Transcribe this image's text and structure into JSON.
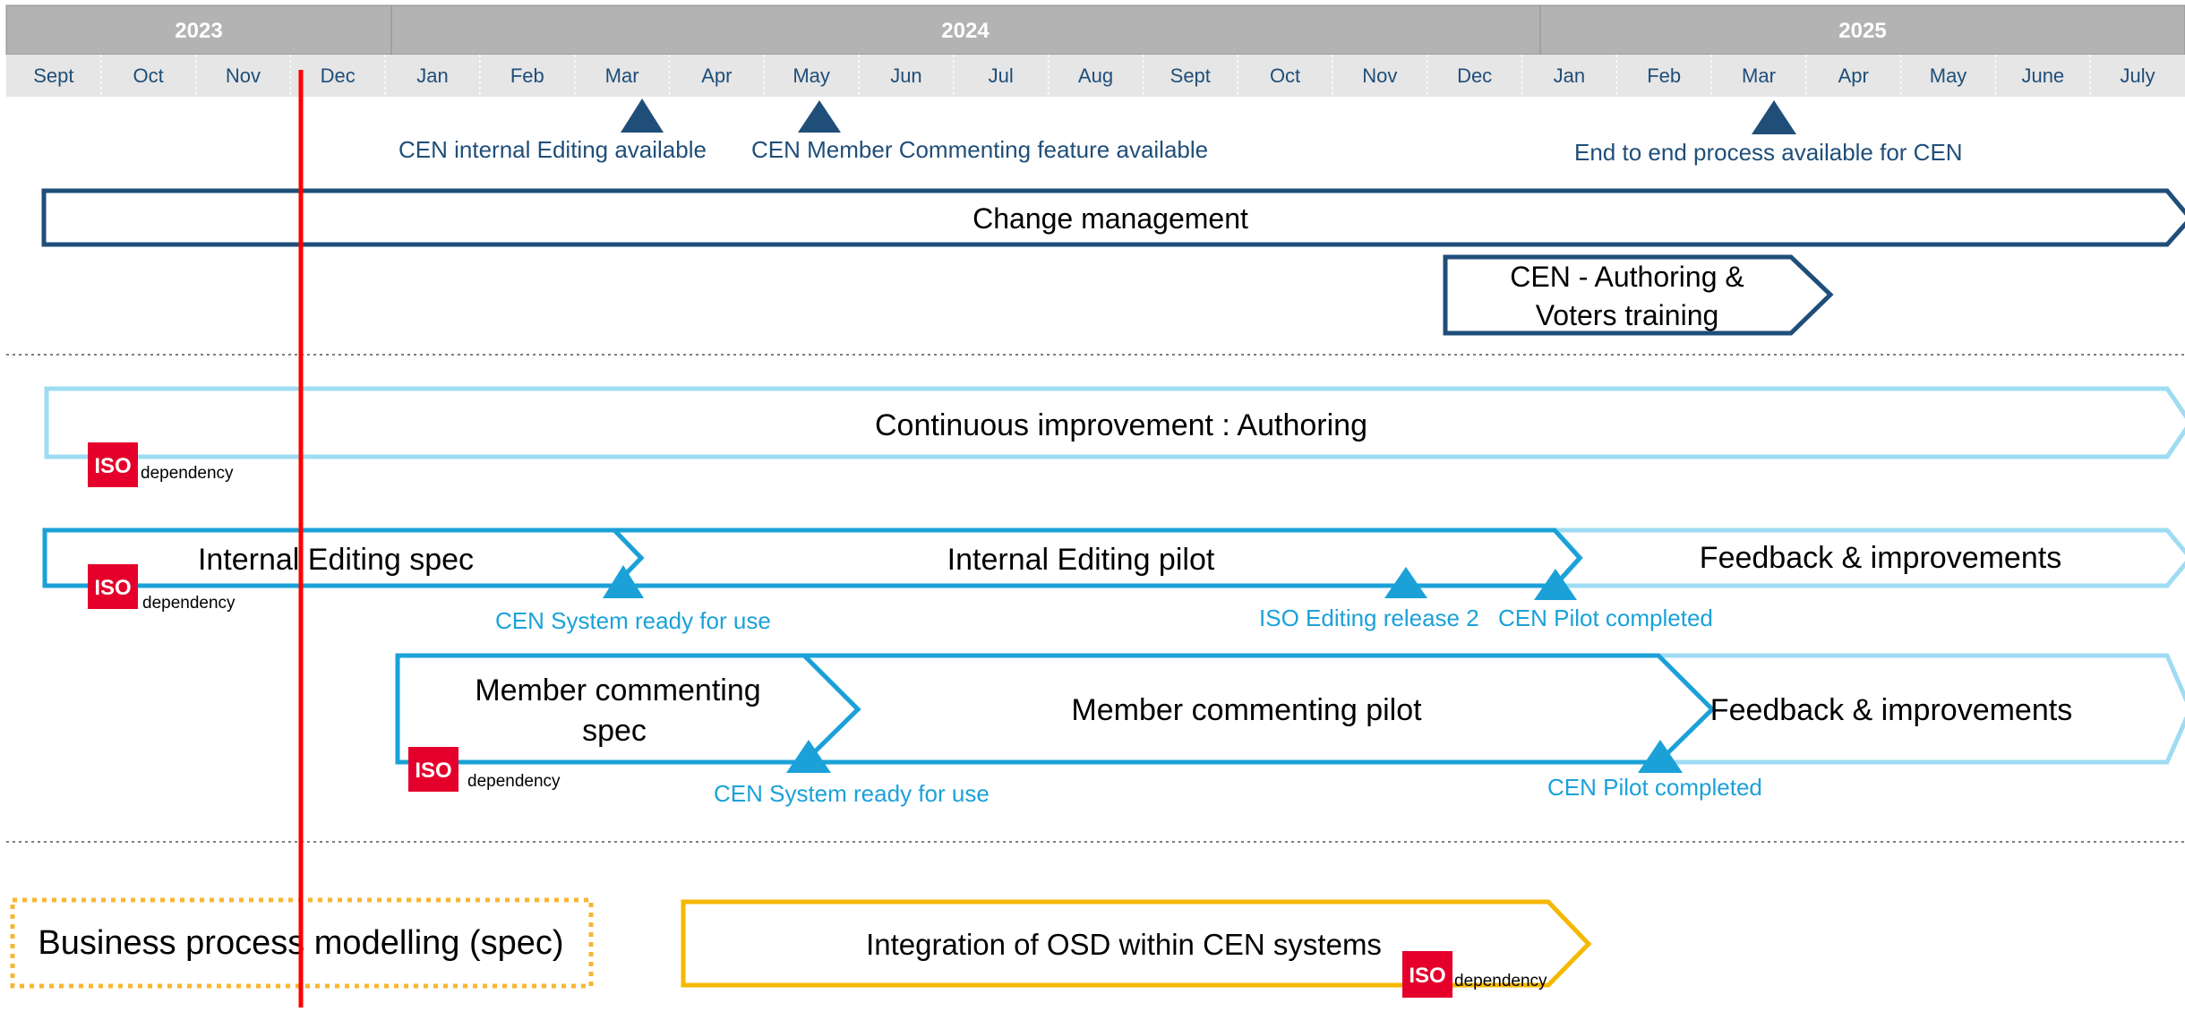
{
  "years": [
    {
      "label": "2023"
    },
    {
      "label": "2024"
    },
    {
      "label": "2025"
    }
  ],
  "months": [
    "Sept",
    "Oct",
    "Nov",
    "Dec",
    "Jan",
    "Feb",
    "Mar",
    "Apr",
    "May",
    "Jun",
    "Jul",
    "Aug",
    "Sept",
    "Oct",
    "Nov",
    "Dec",
    "Jan",
    "Feb",
    "Mar",
    "Apr",
    "May",
    "June",
    "July"
  ],
  "milestones_top": [
    {
      "label": "CEN internal Editing  available"
    },
    {
      "label": "CEN Member Commenting feature available"
    },
    {
      "label": "End to end process available for CEN"
    }
  ],
  "bars": {
    "change_management": "Change management",
    "authoring_training": [
      "CEN - Authoring &",
      "Voters training"
    ],
    "continuous_improvement": "Continuous improvement : Authoring",
    "internal_editing_spec": "Internal Editing spec",
    "internal_editing_pilot": "Internal Editing pilot",
    "feedback_1": "Feedback & improvements",
    "member_commenting_spec": [
      "Member commenting",
      "spec"
    ],
    "member_commenting_pilot": "Member commenting pilot",
    "feedback_2": "Feedback & improvements",
    "business_process": "Business process modelling (spec)",
    "integration_osd": "Integration of OSD within CEN systems"
  },
  "milestones_inline": {
    "cen_system_ready_1": "CEN System ready for use",
    "iso_editing_release_2": "ISO Editing release 2",
    "cen_pilot_completed_1": "CEN Pilot completed",
    "cen_system_ready_2": "CEN System ready for use",
    "cen_pilot_completed_2": "CEN Pilot completed"
  },
  "iso_badge": {
    "text": "ISO",
    "dependency": "dependency"
  },
  "colors": {
    "header_year_bg": "#b3b3b3",
    "header_month_bg": "#e6e6e6",
    "dark_blue": "#1f4e79",
    "mid_blue": "#1ba1d8",
    "light_blue": "#9fdcf3",
    "gold": "#f5b800",
    "orange_dotted": "#f7b733",
    "red_line": "#ff0000",
    "iso_red": "#e4002b"
  }
}
